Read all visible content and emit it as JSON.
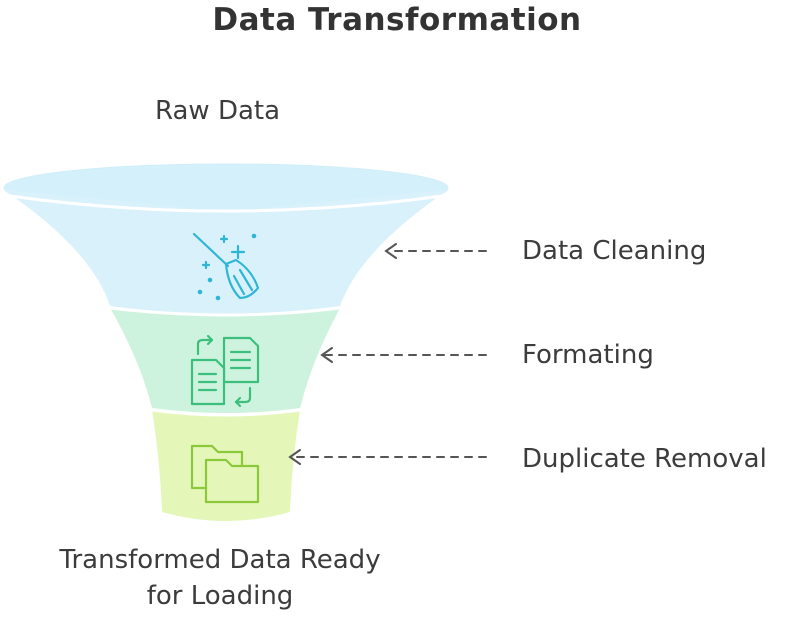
{
  "title": "Data Transformation",
  "top_label": "Raw Data",
  "stages": [
    {
      "label": "Data Cleaning",
      "icon": "broom-sparkle-icon",
      "color": "#d4f1fb",
      "accent": "#2fb5d6"
    },
    {
      "label": "Formating",
      "icon": "document-convert-icon",
      "color": "#c9f3dd",
      "accent": "#3cbf7c"
    },
    {
      "label": "Duplicate Removal",
      "icon": "folders-icon",
      "color": "#e2f7b5",
      "accent": "#8cc83b"
    }
  ],
  "bottom_label_line1": "Transformed Data Ready",
  "bottom_label_line2": "for Loading"
}
